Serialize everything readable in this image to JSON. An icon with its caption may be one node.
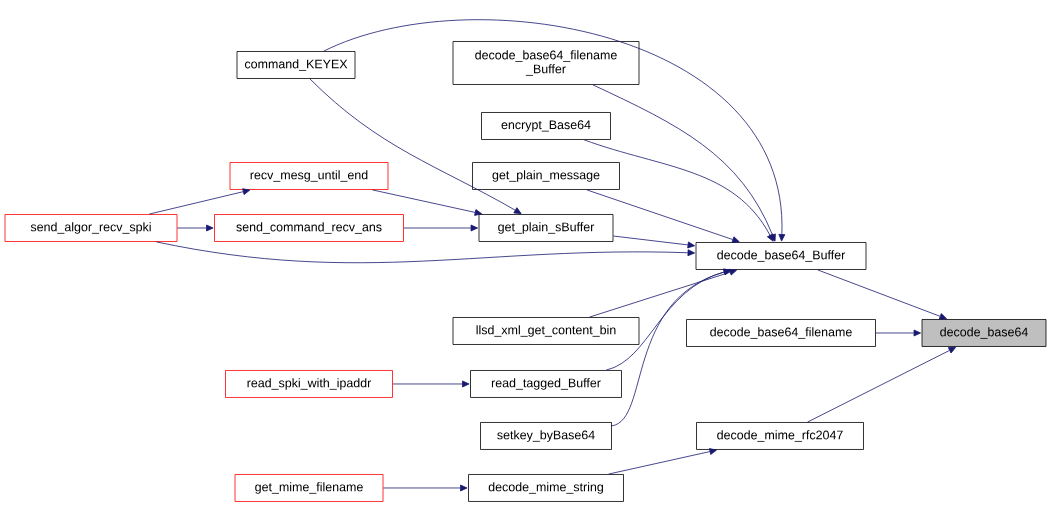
{
  "diagram": {
    "nodes": [
      {
        "text": [
          "decode_base64"
        ]
      },
      {
        "text": [
          "decode_base64_Buffer"
        ]
      },
      {
        "text": [
          "decode_base64_filename"
        ]
      },
      {
        "text": [
          "decode_mime_rfc2047"
        ]
      },
      {
        "text": [
          "command_KEYEX"
        ]
      },
      {
        "text": [
          "decode_base64_filename _Buffer"
        ]
      },
      {
        "text": [
          "encrypt_Base64"
        ]
      },
      {
        "text": [
          "get_plain_message"
        ]
      },
      {
        "text": [
          "get_plain_sBuffer"
        ]
      },
      {
        "text": [
          "llsd_xml_get_content_bin"
        ]
      },
      {
        "text": [
          "read_tagged_Buffer"
        ]
      },
      {
        "text": [
          "setkey_byBase64"
        ]
      },
      {
        "text": [
          "decode_mime_string"
        ]
      },
      {
        "text": [
          "recv_mesg_until_end"
        ]
      },
      {
        "text": [
          "send_command_recv_ans"
        ]
      },
      {
        "text": [
          "read_spki_with_ipaddr"
        ]
      },
      {
        "text": [
          "get_mime_filename"
        ]
      },
      {
        "text": [
          "send_algor_recv_spki"
        ]
      }
    ],
    "edges": [
      {
        "from": 1,
        "to": 0,
        "arrow": "to"
      },
      {
        "from": 2,
        "to": 0,
        "arrow": "to"
      },
      {
        "from": 3,
        "to": 0,
        "arrow": "to"
      },
      {
        "from": 4,
        "to": 1,
        "arrow": "to"
      },
      {
        "from": 5,
        "to": 1,
        "arrow": "to"
      },
      {
        "from": 6,
        "to": 1,
        "arrow": "to"
      },
      {
        "from": 7,
        "to": 1,
        "arrow": "to"
      },
      {
        "from": 8,
        "to": 1,
        "arrow": "to"
      },
      {
        "from": 17,
        "to": 1,
        "arrow": "to"
      },
      {
        "from": 9,
        "to": 1,
        "arrow": "to"
      },
      {
        "from": 10,
        "to": 1,
        "arrow": "to"
      },
      {
        "from": 11,
        "to": 1,
        "arrow": "to"
      },
      {
        "from": 12,
        "to": 3,
        "arrow": "to"
      },
      {
        "from": 4,
        "to": 8,
        "arrow": "to"
      },
      {
        "from": 13,
        "to": 8,
        "arrow": "to"
      },
      {
        "from": 14,
        "to": 8,
        "arrow": "to"
      },
      {
        "from": 17,
        "to": 13,
        "arrow": "to"
      },
      {
        "from": 17,
        "to": 14,
        "arrow": "to"
      },
      {
        "from": 15,
        "to": 10,
        "arrow": "to"
      },
      {
        "from": 16,
        "to": 12,
        "arrow": "to"
      }
    ]
  }
}
